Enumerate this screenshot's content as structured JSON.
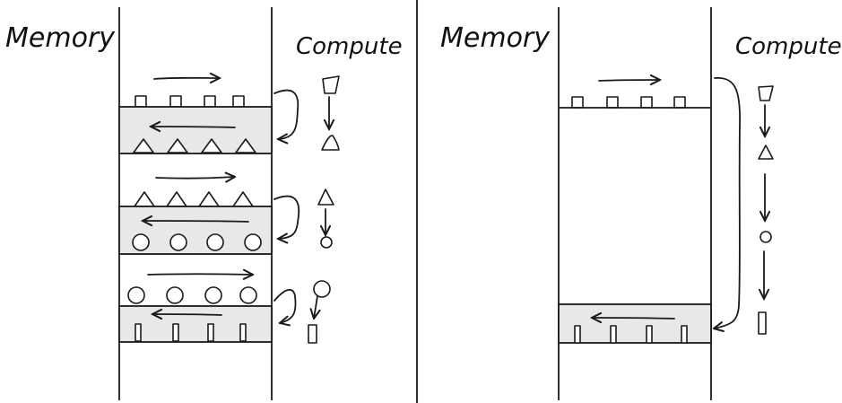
{
  "left_panel": {
    "memory_label": "Memory",
    "compute_label": "Compute"
  },
  "right_panel": {
    "memory_label": "Memory",
    "compute_label": "Compute"
  },
  "colors": {
    "ink": "#1a1a1a",
    "band_fill": "#e6e8ea",
    "background": "#ffffff"
  }
}
